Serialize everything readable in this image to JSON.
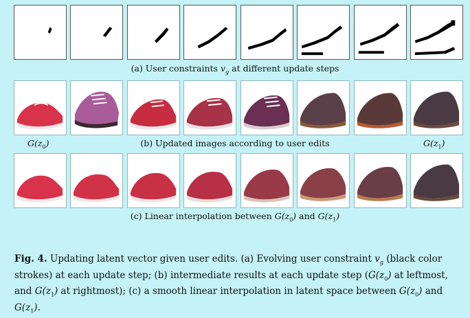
{
  "row_a_caption": {
    "prefix": "(a) User constraints ",
    "var": "v",
    "sub": "g",
    "suffix": " at different update steps"
  },
  "row_b_caption": {
    "left_label_fn": "G(",
    "left_label_var": "z",
    "left_label_sub": "0",
    "left_label_close": ")",
    "center": "(b) Updated images according to user edits",
    "right_label_fn": "G(",
    "right_label_var": "z",
    "right_label_sub": "1",
    "right_label_close": ")"
  },
  "row_c_caption": {
    "prefix": "(c) Linear interpolation between ",
    "g0_fn": "G(",
    "g0_var": "z",
    "g0_sub": "0",
    "g0_close": ")",
    "mid": " and ",
    "g1_fn": "G(",
    "g1_var": "z",
    "g1_sub": "1",
    "g1_close": ")"
  },
  "figure_caption": {
    "label": "Fig. 4.",
    "text_1": " Updating latent vector given user edits. (a) Evolving user constraint ",
    "v": "v",
    "v_sub": "g",
    "text_2": " (black color strokes) at each update step; (b) intermediate results at each update step (",
    "g0_fn": "G(",
    "g0_var": "z",
    "g0_sub": "0",
    "g0_close": ")",
    "text_3": " at leftmost, and ",
    "g1_fn": "G(",
    "g1_var": "z",
    "g1_sub": "1",
    "g1_close": ")",
    "text_4": " at rightmost); (c) a smooth linear interpolation in latent space between ",
    "g0b_fn": "G(",
    "g0b_var": "z",
    "g0b_sub": "0",
    "g0b_close": ")",
    "text_5": " and ",
    "g1b_fn": "G(",
    "g1b_var": "z",
    "g1b_sub": "1",
    "g1b_close": ")",
    "text_6": "."
  },
  "colors": {
    "background": "#c4f2f6",
    "stroke": "#000000",
    "shoe_red": "#d8334a",
    "shoe_dark": "#4a3a44"
  }
}
